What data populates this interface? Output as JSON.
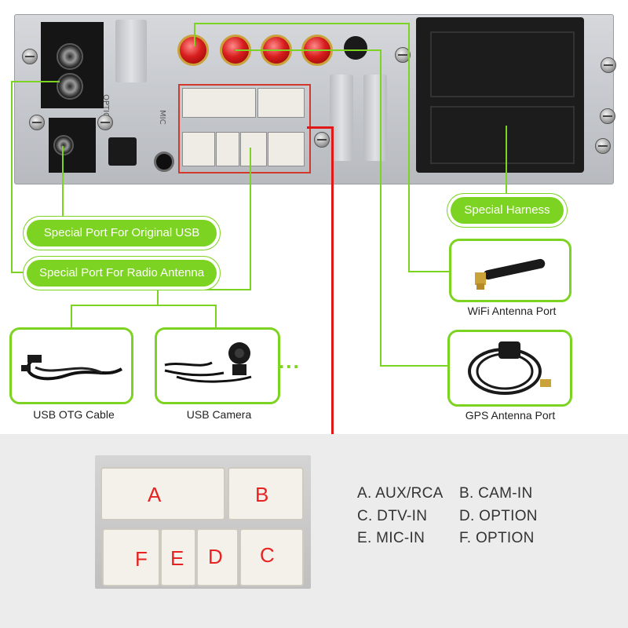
{
  "callouts": {
    "special_harness": "Special Harness",
    "original_usb": "Special Port For Original USB",
    "radio_antenna": "Special Port For Radio Antenna"
  },
  "accessories": [
    {
      "caption": "USB OTG Cable",
      "icon": "usb-otg-cable-icon"
    },
    {
      "caption": "USB Camera",
      "icon": "usb-camera-icon"
    },
    {
      "caption": "WiFi Antenna Port",
      "icon": "wifi-antenna-icon"
    },
    {
      "caption": "GPS Antenna Port",
      "icon": "gps-antenna-icon"
    }
  ],
  "more_indicator": "...",
  "panel_labels": {
    "optical": "OPTICAL",
    "mic": "MIC"
  },
  "connector_letters": {
    "a": "A",
    "b": "B",
    "c": "C",
    "d": "D",
    "e": "E",
    "f": "F"
  },
  "legend": [
    {
      "text": "A. AUX/RCA"
    },
    {
      "text": "B. CAM-IN"
    },
    {
      "text": "C. DTV-IN"
    },
    {
      "text": "D. OPTION"
    },
    {
      "text": "E. MIC-IN"
    },
    {
      "text": "F. OPTION"
    }
  ],
  "colors": {
    "accent_green": "#7dd321",
    "highlight_red": "#e01818",
    "letter_red": "#e62222"
  }
}
